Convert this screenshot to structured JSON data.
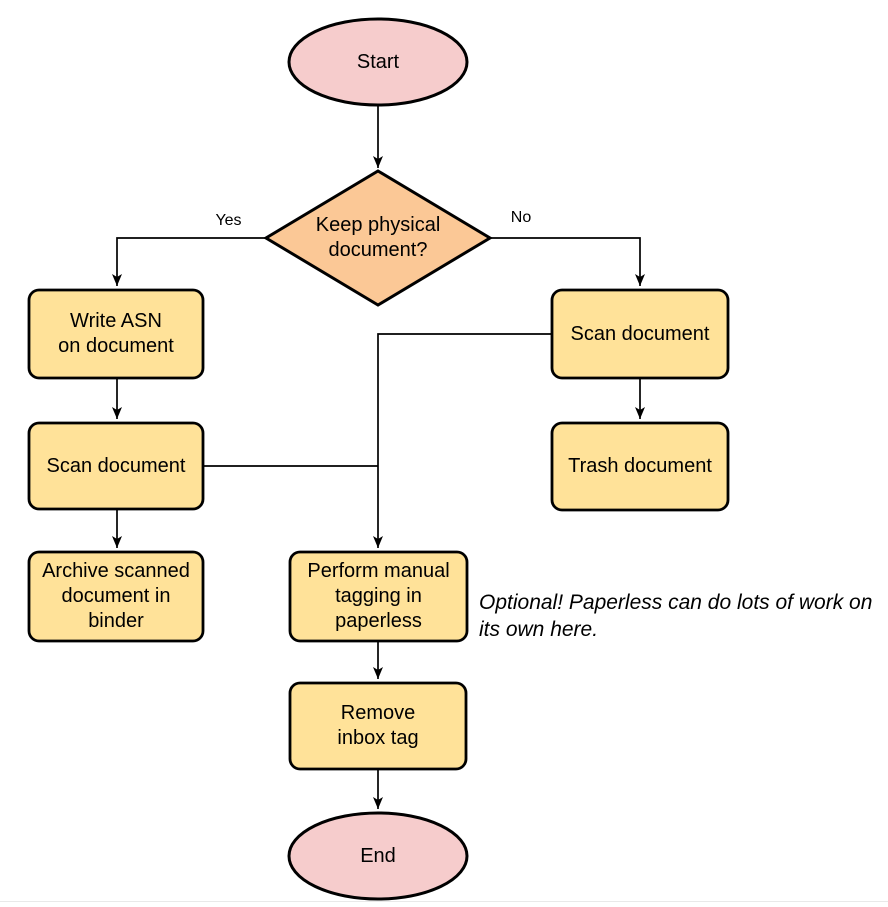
{
  "colors": {
    "terminator_fill": "#f6cccc",
    "decision_fill": "#fbc896",
    "process_fill": "#ffe299",
    "stroke": "#000000",
    "background": "#ffffff",
    "bottom_rule": "#e9e9e9"
  },
  "nodes": {
    "start": {
      "label": "Start"
    },
    "decision": {
      "label": "Keep physical\ndocument?"
    },
    "write_asn": {
      "label": "Write ASN\non document"
    },
    "scan_left": {
      "label": "Scan document"
    },
    "archive": {
      "label": "Archive scanned\ndocument in\nbinder"
    },
    "scan_right": {
      "label": "Scan document"
    },
    "trash": {
      "label": "Trash document"
    },
    "tagging": {
      "label": "Perform manual\ntagging in\npaperless"
    },
    "remove_inbox": {
      "label": "Remove\ninbox tag"
    },
    "end": {
      "label": "End"
    }
  },
  "edge_labels": {
    "yes": "Yes",
    "no": "No"
  },
  "note": {
    "text": "Optional! Paperless can do lots of work on\nits own here."
  }
}
